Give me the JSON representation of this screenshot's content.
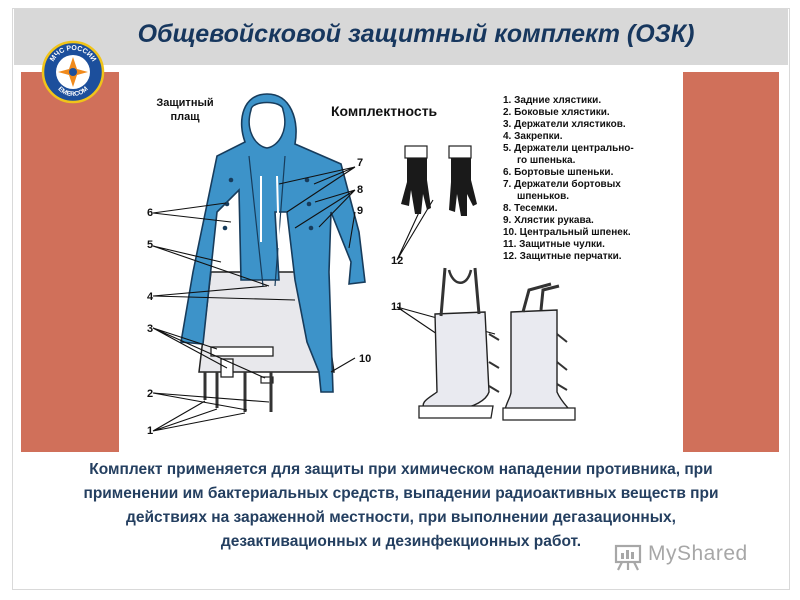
{
  "header": {
    "title": "Общевойсковой защитный комплект (ОЗК)"
  },
  "logo": {
    "icon": "emercom-emblem-icon",
    "top_text": "МЧС РОССИИ",
    "bottom_text": "EMERCOM"
  },
  "illustration": {
    "cloak_label_line1": "Защитный",
    "cloak_label_line2": "плащ",
    "contents_heading": "Комплектность",
    "callouts": [
      "1",
      "2",
      "3",
      "4",
      "5",
      "6",
      "7",
      "8",
      "9",
      "10",
      "11",
      "12"
    ],
    "legend": [
      "1. Задние хлястики.",
      "2. Боковые хлястики.",
      "3. Держатели хлястиков.",
      "4. Закрепки.",
      "5. Держатели центрально-",
      "го шпенька.",
      "6. Бортовые шпеньки.",
      "7. Держатели бортовых",
      "шпеньков.",
      "8. Тесемки.",
      "9. Хлястик рукава.",
      "10. Центральный шпенек.",
      "11. Защитные чулки.",
      "12. Защитные перчатки."
    ]
  },
  "caption": {
    "line1": "Комплект применяется для защиты при химическом нападении противника,   при",
    "line2": "применении им бактериальных средств, выпадении радиоактивных веществ при",
    "line3": "действиях на зараженной местности, при выполнении дегазационных,",
    "line4": "дезактивационных и дезинфекционных работ."
  },
  "watermark": {
    "text": "MyShared",
    "icon": "myshared-logo-icon"
  },
  "colors": {
    "title": "#17375e",
    "title_bar": "#d8d8d8",
    "side_panels": "#d0705a",
    "caption": "#243f60",
    "cloak": "#3d93c9",
    "gloves": "#1a1a1a"
  }
}
